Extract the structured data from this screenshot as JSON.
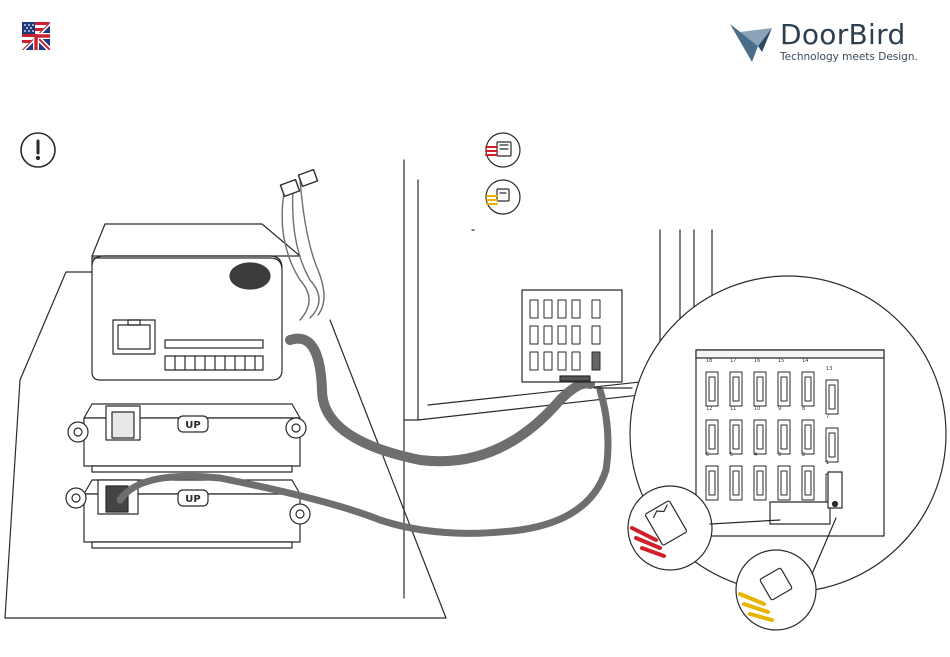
{
  "brand": {
    "name": "DoorBird",
    "tagline": "Technology meets Design."
  },
  "language_flag": "us-uk-flag-icon",
  "device": {
    "mount_label": "UP"
  },
  "board_numbers": [
    "18",
    "17",
    "16",
    "15",
    "14",
    "13",
    "12",
    "11",
    "10",
    "9",
    "8",
    "7",
    "6",
    "5",
    "4",
    "3",
    "2",
    "1"
  ],
  "colors": {
    "brand": "#2e3f4f",
    "logo_accent": "#4a6e8a",
    "cable": "#6e6e6e",
    "red_wire": "#d0202a",
    "yellow_wire": "#e8b400",
    "line": "#2a2a2a"
  }
}
